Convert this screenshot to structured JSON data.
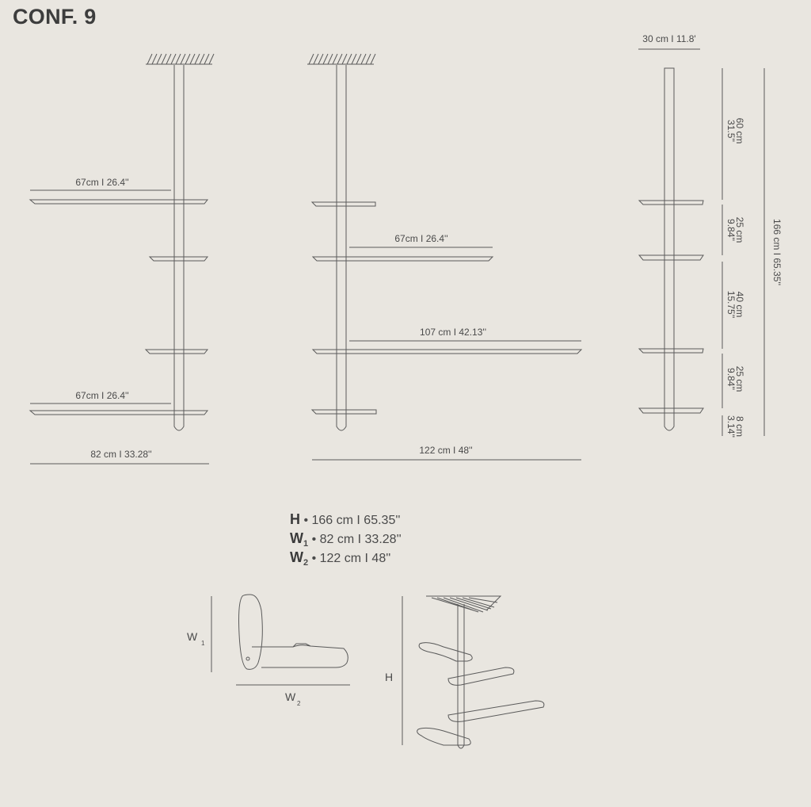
{
  "title": "CONF. 9",
  "colors": {
    "background": "#e9e6e0",
    "line": "#5a5a5a",
    "text": "#4a4a4a"
  },
  "front_left": {
    "top_shelf_label": "67cm I 26.4''",
    "bottom_shelf_label": "67cm I 26.4''",
    "width_label": "82 cm I 33.28''"
  },
  "front_right": {
    "shelf2_label": "67cm I 26.4''",
    "shelf3_label": "107 cm I 42.13''",
    "width_label": "122 cm I 48''"
  },
  "side_view": {
    "depth_label": "30 cm I 11.8'",
    "segments": [
      {
        "cm": "60 cm",
        "in": "31.5''"
      },
      {
        "cm": "25 cm",
        "in": "9.84''"
      },
      {
        "cm": "40 cm",
        "in": "15.75''"
      },
      {
        "cm": "25 cm",
        "in": "9.84''"
      },
      {
        "cm": "8 cm",
        "in": "3.14''"
      }
    ],
    "total_label": "166 cm I 65.35''"
  },
  "specs": {
    "h_key": "H",
    "h_value": "• 166 cm I 65.35''",
    "w1_key": "W",
    "w1_sub": "1",
    "w1_value": "• 82 cm I 33.28''",
    "w2_key": "W",
    "w2_sub": "2",
    "w2_value": "• 122 cm I 48''"
  },
  "top_view": {
    "w1_label": "W",
    "w1_sub": "1",
    "w2_label": "W",
    "w2_sub": "2"
  },
  "perspective": {
    "h_label": "H"
  }
}
